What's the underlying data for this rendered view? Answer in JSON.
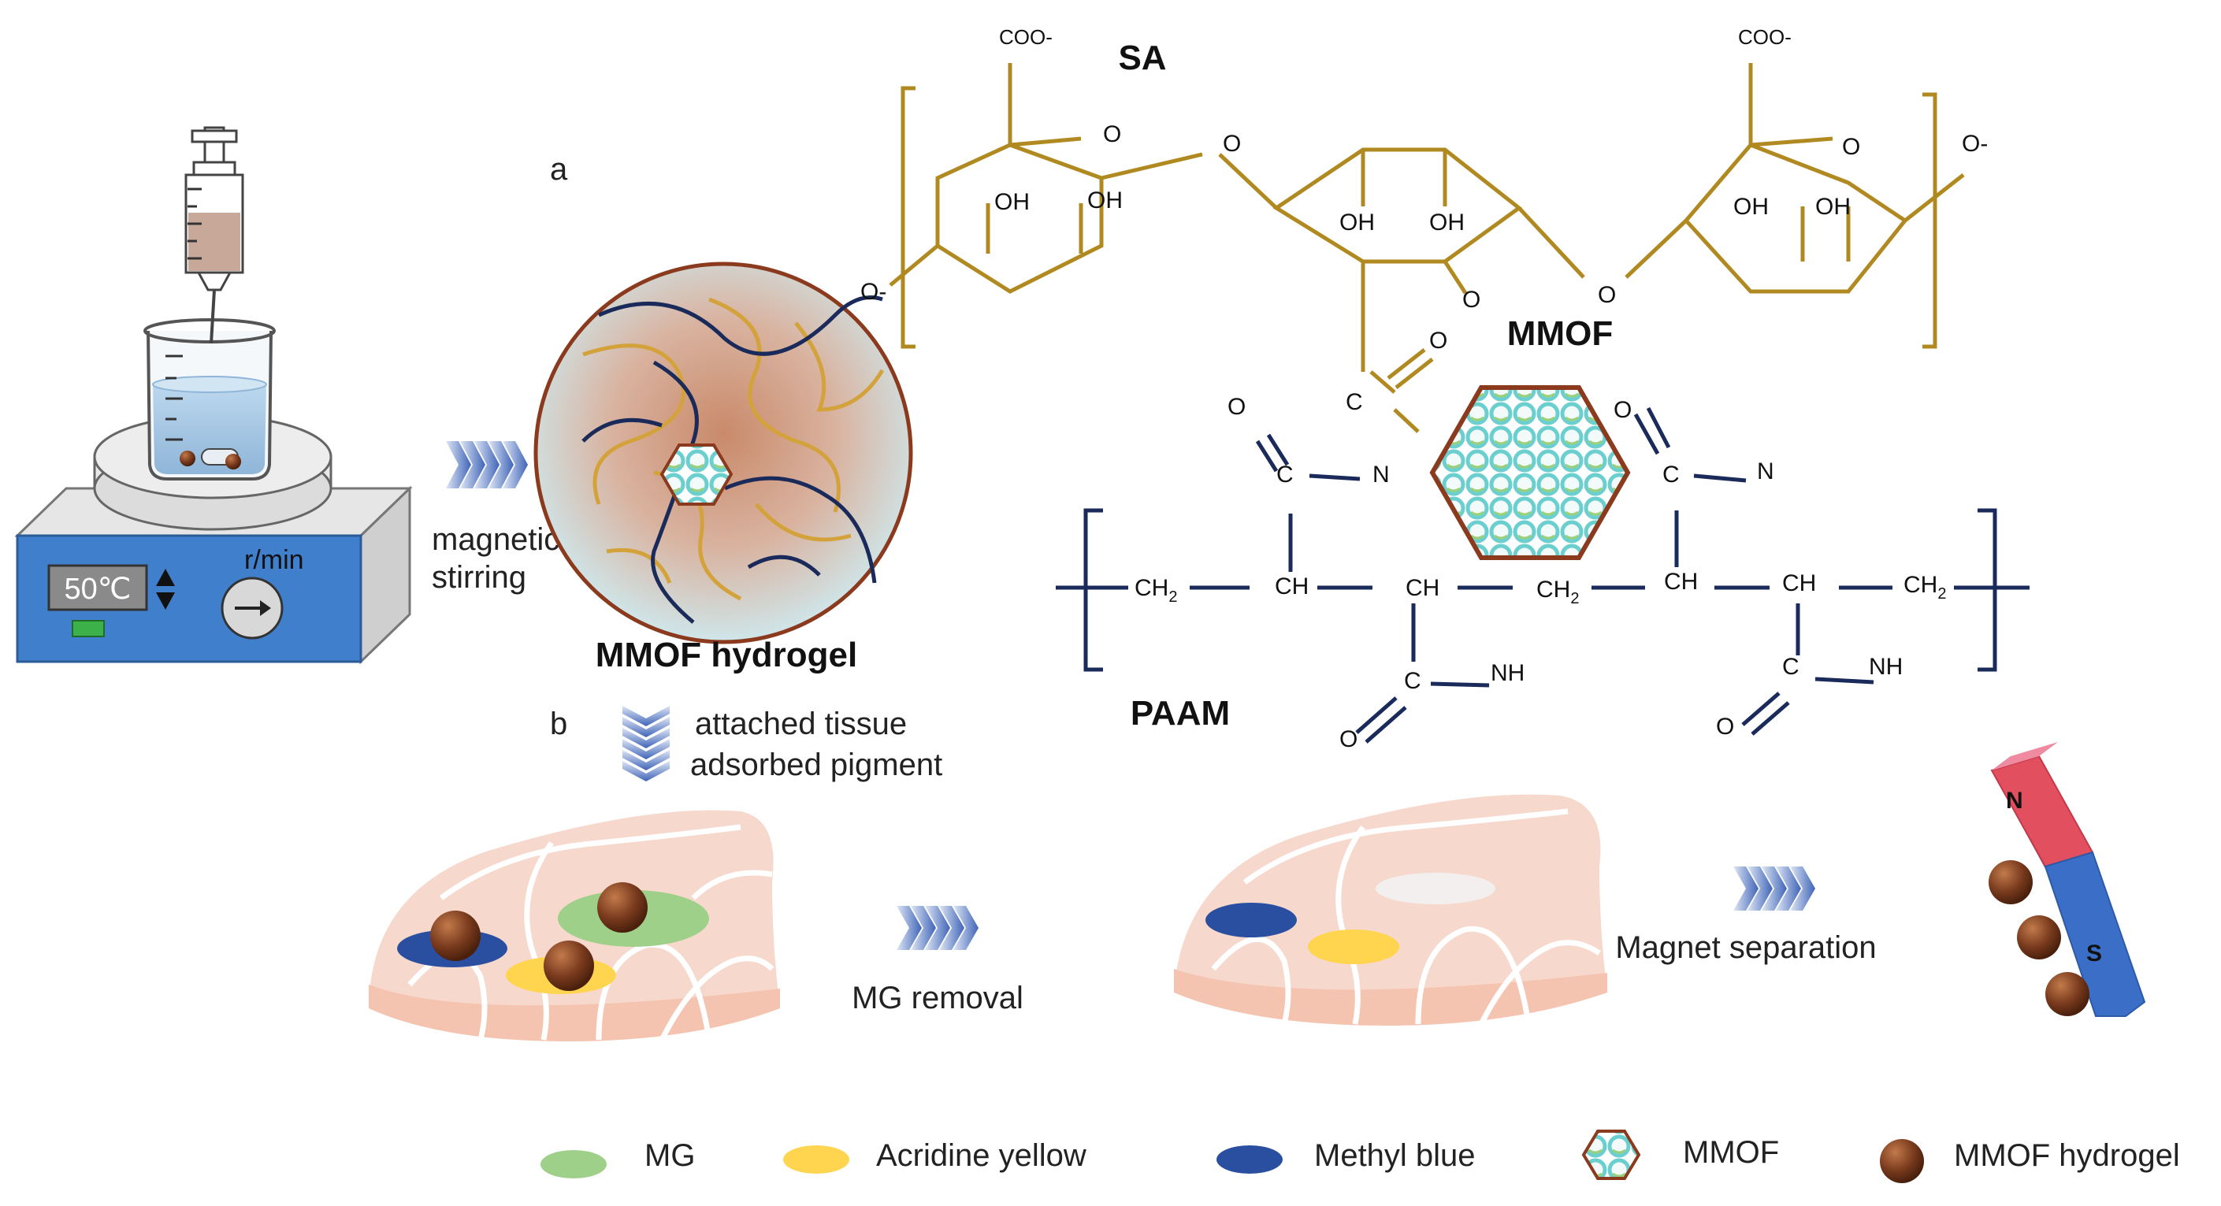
{
  "labels": {
    "panel_a": "a",
    "panel_b": "b",
    "display_temp": "50℃",
    "speed_unit": "r/min",
    "arrow_step1_line1": "magnetic",
    "arrow_step1_line2": "stirring",
    "hydrogel_caption": "MMOF hydrogel",
    "step_b_line1": "attached tissue",
    "step_b_line2": "adsorbed pigment",
    "mg_removal": "MG removal",
    "magnet_separation": "Magnet separation",
    "magnet_n": "N",
    "magnet_s": "S"
  },
  "chemistry": {
    "sa": "SA",
    "paam": "PAAM",
    "mmof": "MMOF",
    "coo": "COO-",
    "oh": "OH",
    "o": "O",
    "o_minus": "O-",
    "c": "C",
    "n": "N",
    "nh": "NH",
    "ch": "CH",
    "ch2": "CH",
    "sub2": "2"
  },
  "legend": [
    {
      "label": "MG",
      "color": "#9fd08a"
    },
    {
      "label": "Acridine yellow",
      "color": "#ffd54f"
    },
    {
      "label": "Methyl blue",
      "color": "#2a4fa0"
    },
    {
      "label": "MMOF",
      "color": "#7fd6d6"
    },
    {
      "label": "MMOF hydrogel",
      "color": "#7a3b1e"
    }
  ],
  "colors": {
    "sa_chain": "#b08a20",
    "paam_chain": "#1a2a5a",
    "hydrogel_brown": "#a0522d",
    "tissue": "#f7d8cc"
  }
}
